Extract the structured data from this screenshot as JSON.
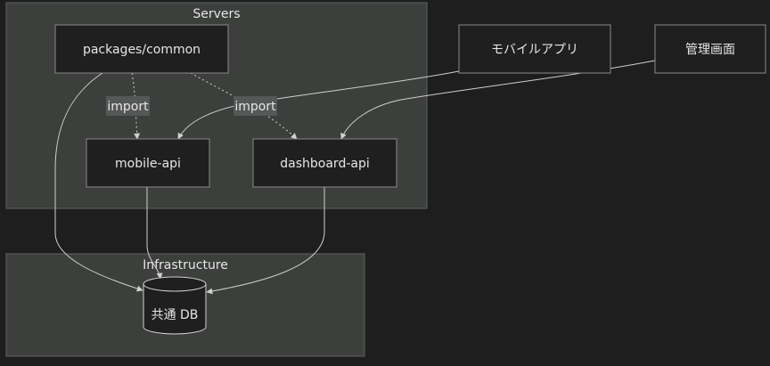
{
  "clusters": {
    "servers": "Servers",
    "infrastructure": "Infrastructure"
  },
  "nodes": {
    "common": "packages/common",
    "mobile_api": "mobile-api",
    "dashboard_api": "dashboard-api",
    "mobile_app": "モバイルアプリ",
    "admin_screen": "管理画面",
    "shared_db": "共通 DB"
  },
  "edges": {
    "import_label_1": "import",
    "import_label_2": "import"
  },
  "colors": {
    "background": "#1e1e1e",
    "cluster_fill": "#3c3f3c",
    "node_fill": "#1f1f1f",
    "line": "#d0d0d0",
    "text": "#e6e6e6"
  }
}
